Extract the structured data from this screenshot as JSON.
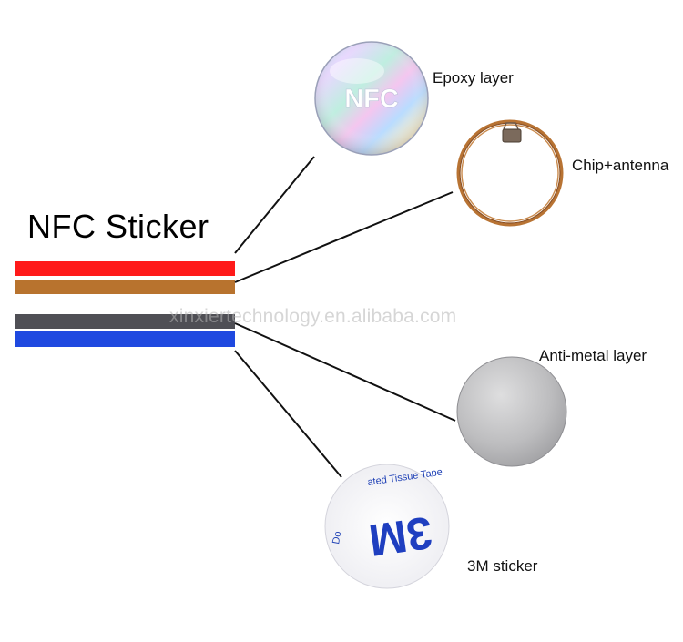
{
  "title": "NFC Sticker",
  "watermark": "xinxiertechnology.en.alibaba.com",
  "layers": [
    {
      "id": "epoxy",
      "label": "Epoxy layer",
      "color": "#ff1a1a",
      "badge": "NFC"
    },
    {
      "id": "chip",
      "label": "Chip+antenna",
      "color": "#b8732e"
    },
    {
      "id": "antimetal",
      "label": "Anti-metal layer",
      "color": "#4f4f55"
    },
    {
      "id": "sticker",
      "label": "3M sticker",
      "color": "#1f49e0",
      "tape_text": "ated Tissue Tape",
      "brand": "3M",
      "side_text": "Do"
    }
  ]
}
